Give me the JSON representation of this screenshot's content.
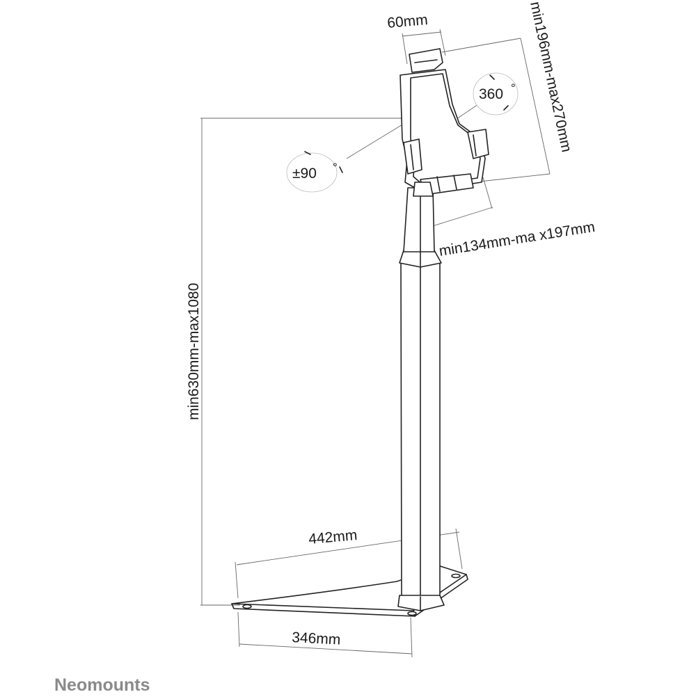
{
  "dimensions": {
    "clamp_width": "60mm",
    "tablet_height_range": "min196mm-max270mm",
    "tablet_width_range": "min134mm-ma x197mm",
    "rotation": "360",
    "tilt": "±90",
    "stand_height_range": "min630mm-max1080",
    "base_depth": "442mm",
    "base_width": "346mm",
    "degree_symbol": "°"
  },
  "brand": {
    "name": "Neomounts"
  },
  "colors": {
    "line": "#222222",
    "brand_text": "#8a8a8a",
    "background": "#ffffff"
  }
}
